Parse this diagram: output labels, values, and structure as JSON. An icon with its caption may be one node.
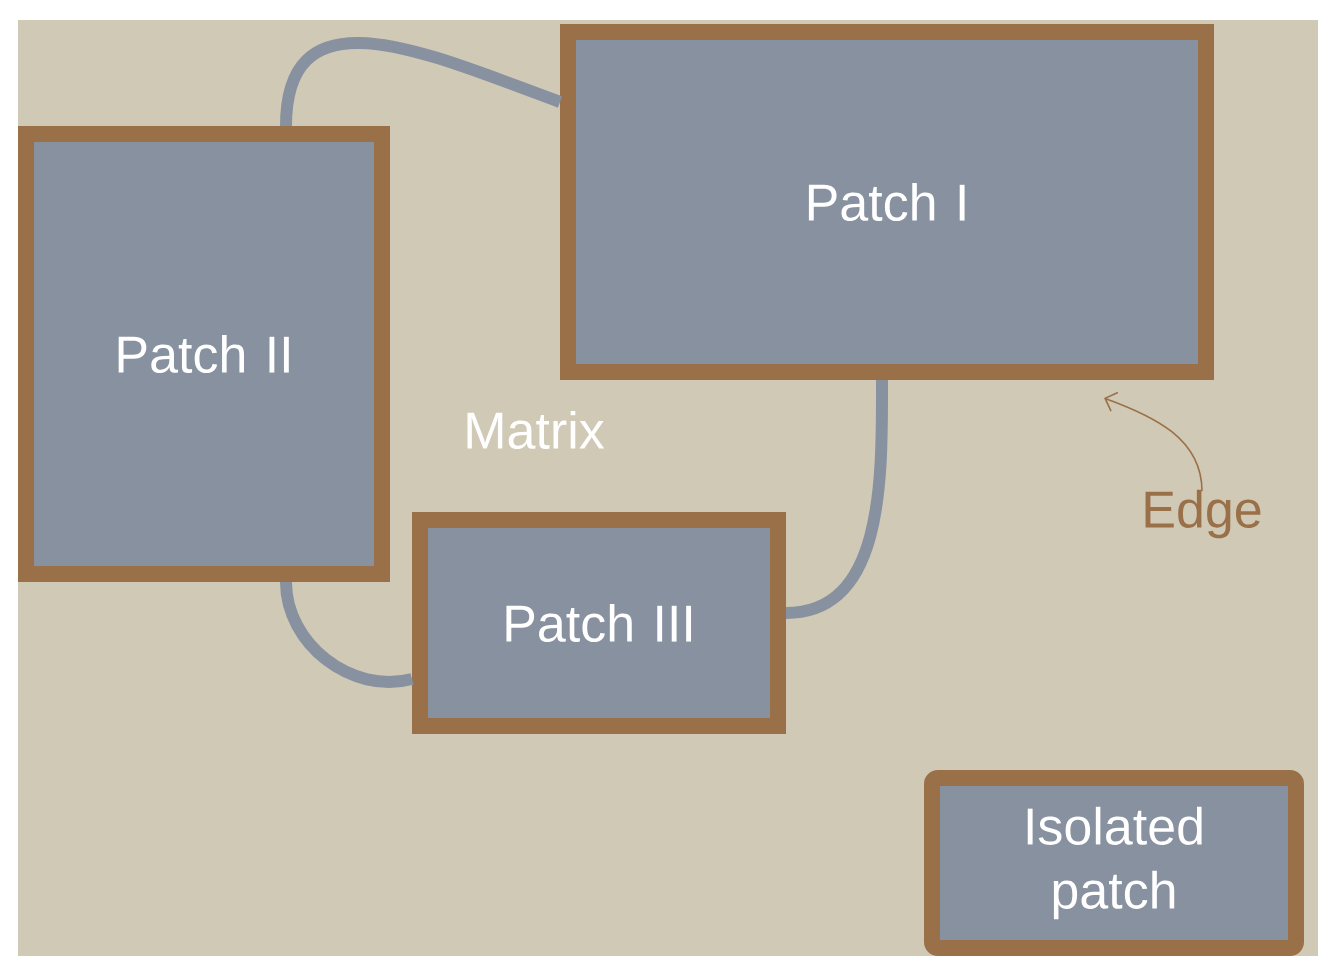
{
  "diagram": {
    "nodes": [
      {
        "text": [
          "Patch I"
        ]
      },
      {
        "text": [
          "Patch II"
        ]
      },
      {
        "text": [
          "Patch III"
        ]
      },
      {
        "text": [
          "Isolated patch"
        ]
      },
      {
        "text": [
          "Edge"
        ]
      }
    ],
    "edges": [
      {
        "from": 1,
        "to": 0,
        "arrow": "none"
      },
      {
        "from": 0,
        "to": 2,
        "arrow": "none"
      },
      {
        "from": 1,
        "to": 2,
        "arrow": "none"
      },
      {
        "from": 4,
        "to": 0,
        "arrow": "to",
        "color": "#9a7048"
      }
    ],
    "labels": [
      "Matrix"
    ]
  }
}
